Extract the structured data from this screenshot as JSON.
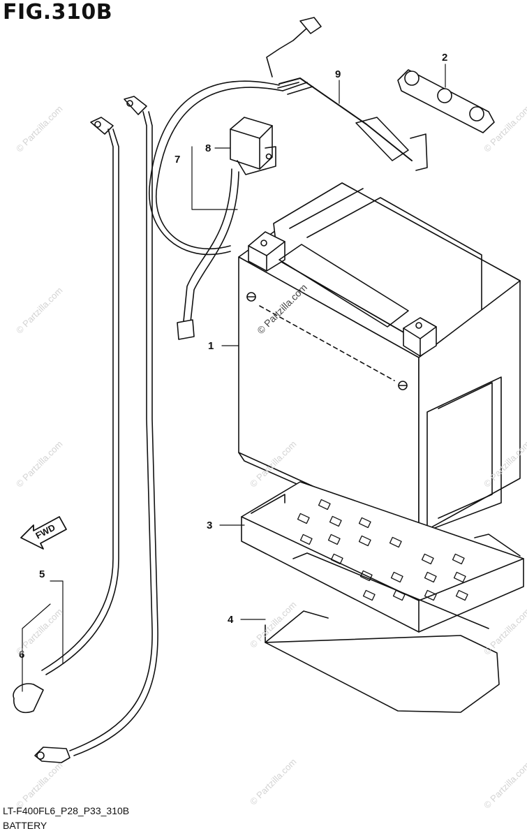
{
  "figure": {
    "title": "FIG.310B",
    "code": "LT-F400FL6_P28_P33_310B",
    "name": "BATTERY",
    "fwd_label": "FWD",
    "watermark": "© Partzilla.com"
  },
  "callouts": [
    "1",
    "2",
    "3",
    "4",
    "5",
    "6",
    "7",
    "8",
    "9"
  ],
  "colors": {
    "line": "#111111",
    "watermark": "#d3d3d3"
  }
}
